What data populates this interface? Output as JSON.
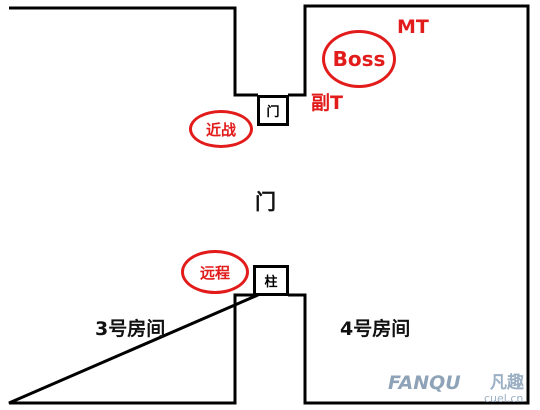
{
  "map": {
    "center_door": "门",
    "small_door_box": "门",
    "pillar_box": "柱",
    "room_left": "3号房间",
    "room_right": "4号房间"
  },
  "markers": {
    "boss": "Boss",
    "mt": "MT",
    "off_tank": "副T",
    "melee": "近战",
    "ranged": "远程"
  },
  "watermark": {
    "brand": "FANQU",
    "cn": "凡趣",
    "domain": "cuel.cn"
  },
  "colors": {
    "marker_red": "#e21b1b",
    "wall": "#000000",
    "watermark": "#8fa3b8"
  }
}
